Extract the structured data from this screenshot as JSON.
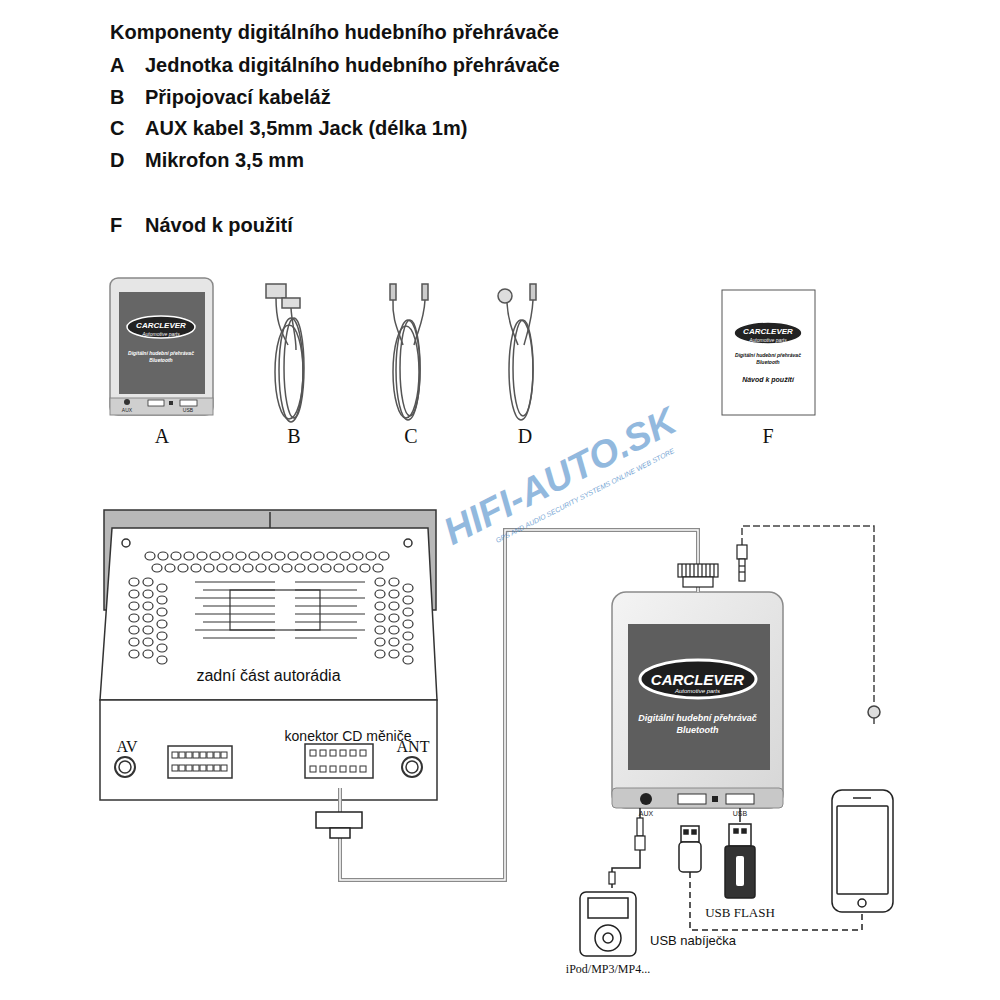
{
  "diagram": {
    "title": "Komponenty digitálního hudebního přehrávače",
    "nodes": [
      {
        "text": [
          "zadní část autorádia"
        ]
      },
      {
        "text": [
          "konektor CD měniče"
        ],
        "in": 0
      },
      {
        "text": [
          "CARCLEVER",
          "Automotive parts",
          "Digitální hudební přehrávač",
          "Bluetooth"
        ]
      },
      {
        "text": [
          "iPod/MP3/MP4..."
        ]
      },
      {
        "text": [
          "USB FLASH"
        ]
      }
    ],
    "edges": [
      {
        "from": 1,
        "to": 2,
        "arrow": "none"
      },
      {
        "from": 2,
        "to": 3,
        "arrow": "none"
      },
      {
        "from": 2,
        "to": 4,
        "arrow": "none"
      }
    ],
    "labels": [
      "A",
      "Jednotka digitálního hudebního přehrávače",
      "B",
      "Připojovací kabeláž",
      "C",
      "AUX kabel 3,5mm Jack (délka 1m)",
      "D",
      "Mikrofon 3,5 mm",
      "F",
      "Návod k použití",
      "CARCLEVER",
      "Automotive parts",
      "Digitální hudební přehrávač",
      "Bluetooth",
      "AUX",
      "USB",
      "A",
      "B",
      "C",
      "D",
      "F",
      "CARCLEVER",
      "Automotive parts",
      "Digitální hudební přehrávač",
      "Bluetooth",
      "Návod k použití",
      "HIFI-AUTO.SK",
      "GPS AND AUDIO SECURITY SYSTEMS ONLINE WEB STORE",
      "AV",
      "ANT",
      "AUX",
      "USB",
      "USB nabíječka"
    ]
  }
}
